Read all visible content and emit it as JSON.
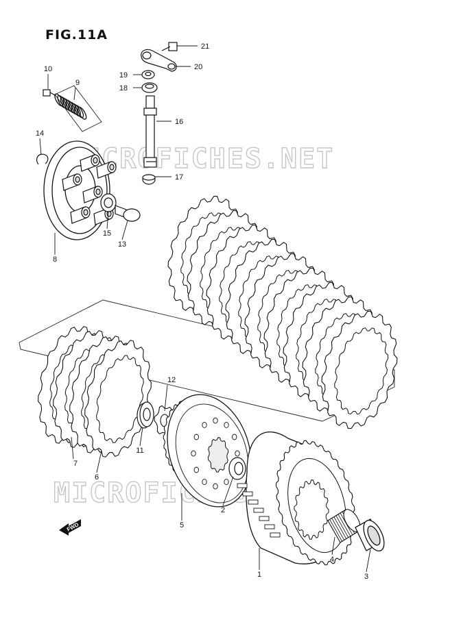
{
  "figure": {
    "title": "FIG.11A"
  },
  "watermarks": [
    {
      "id": "upper",
      "text": "MICROFICHES.NET"
    },
    {
      "id": "lower",
      "text": "MICROFICHES.NET"
    }
  ],
  "direction_arrow": {
    "label": "FWD",
    "icon": "fwd-arrow-icon"
  },
  "callouts": [
    {
      "number": "1",
      "part": "clutch-housing"
    },
    {
      "number": "2",
      "part": "thrust-washer"
    },
    {
      "number": "3",
      "part": "spacer"
    },
    {
      "number": "4",
      "part": "needle-bearing"
    },
    {
      "number": "5",
      "part": "clutch-sleeve-hub"
    },
    {
      "number": "6",
      "part": "drive-plate"
    },
    {
      "number": "7",
      "part": "driven-plate"
    },
    {
      "number": "8",
      "part": "pressure-plate"
    },
    {
      "number": "9",
      "part": "clutch-spring"
    },
    {
      "number": "10",
      "part": "spring-bolt"
    },
    {
      "number": "11",
      "part": "hub-nut"
    },
    {
      "number": "12",
      "part": "lock-washer"
    },
    {
      "number": "13",
      "part": "release-rod"
    },
    {
      "number": "14",
      "part": "circlip"
    },
    {
      "number": "15",
      "part": "release-bearing"
    },
    {
      "number": "16",
      "part": "release-shaft"
    },
    {
      "number": "17",
      "part": "lower-bushing"
    },
    {
      "number": "18",
      "part": "oil-seal"
    },
    {
      "number": "19",
      "part": "washer"
    },
    {
      "number": "20",
      "part": "release-arm"
    },
    {
      "number": "21",
      "part": "arm-bolt"
    }
  ]
}
